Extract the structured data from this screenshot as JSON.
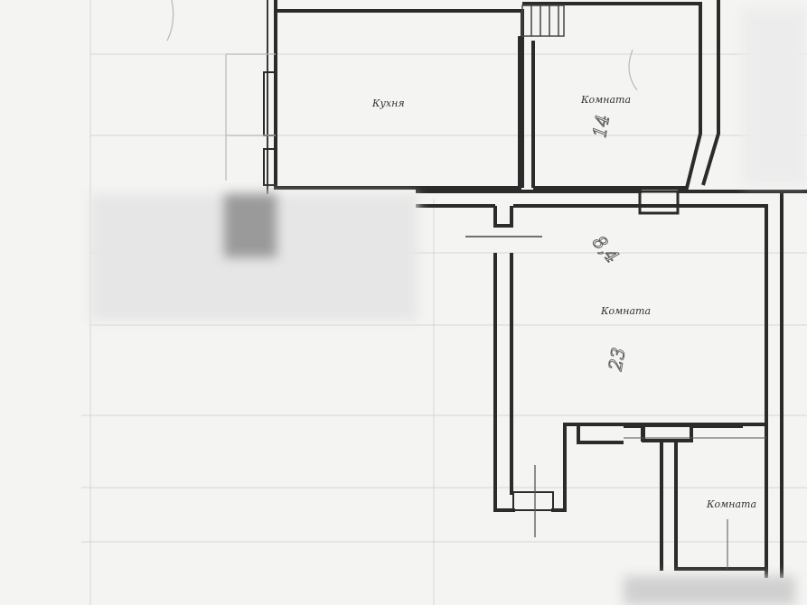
{
  "plan": {
    "rooms": [
      {
        "id": "room-top-left",
        "label": "Кухня"
      },
      {
        "id": "room-top-right",
        "label": "Комната"
      },
      {
        "id": "room-center",
        "label": "Комната"
      },
      {
        "id": "room-bottom-right",
        "label": "Комната"
      }
    ],
    "annotations": {
      "center_area": "8,4",
      "center_vertical": "23",
      "top_right_vertical": "14"
    }
  }
}
